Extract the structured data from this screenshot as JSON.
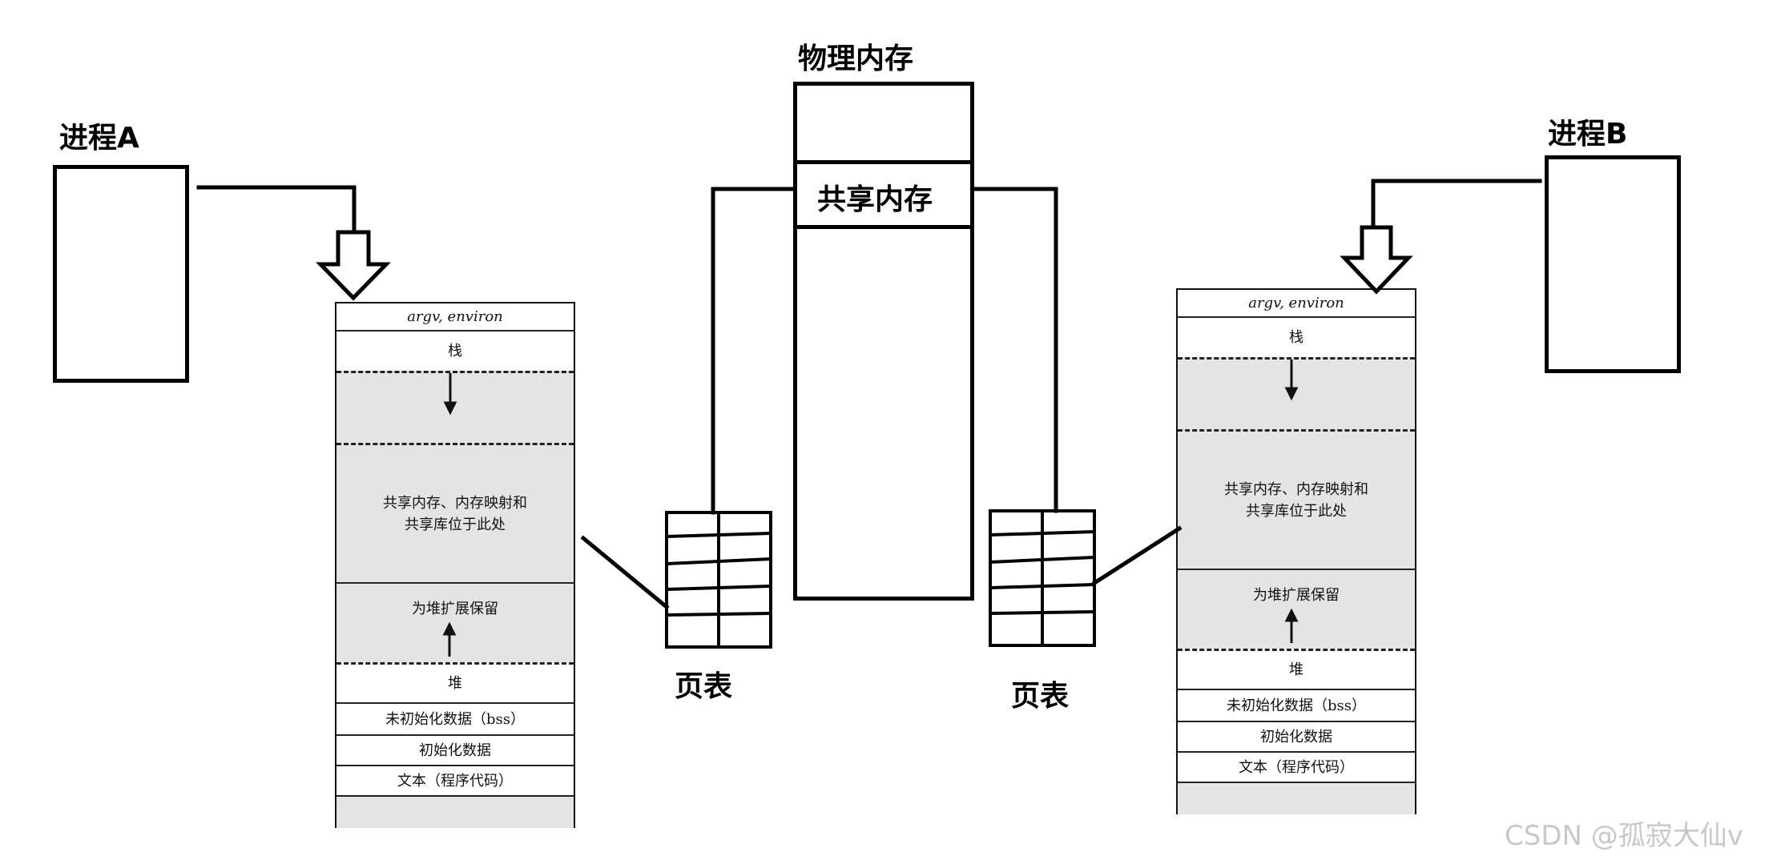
{
  "labels": {
    "process_a": "进程A",
    "process_b": "进程B",
    "physical_memory": "物理内存",
    "shared_memory": "共享内存",
    "page_table_left": "页表",
    "page_table_right": "页表"
  },
  "address_space_a": {
    "segments": {
      "argv_environ": "argv, environ",
      "stack": "栈",
      "shared_region": "共享内存、内存映射和\n共享库位于此处",
      "heap_reserve": "为堆扩展保留",
      "heap": "堆",
      "bss": "未初始化数据（bss）",
      "data": "初始化数据",
      "text": "文本（程序代码）"
    }
  },
  "address_space_b": {
    "segments": {
      "argv_environ": "argv, environ",
      "stack": "栈",
      "shared_region": "共享内存、内存映射和\n共享库位于此处",
      "heap_reserve": "为堆扩展保留",
      "heap": "堆",
      "bss": "未初始化数据（bss）",
      "data": "初始化数据",
      "text": "文本（程序代码）"
    }
  },
  "page_table": {
    "rows": 5,
    "cols": 2
  },
  "watermark": "CSDN @孤寂大仙v"
}
